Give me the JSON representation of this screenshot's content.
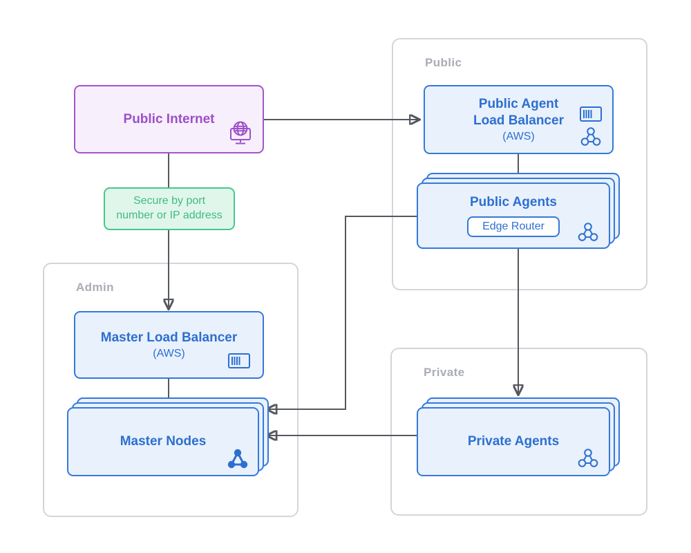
{
  "colors": {
    "purple-border": "#a155cb",
    "purple-bg": "#f7effb",
    "purple-text": "#9b4fc9",
    "green-border": "#44c88c",
    "green-bg": "#e1f6eb",
    "green-text": "#3fbb81",
    "blue-border": "#3579d8",
    "blue-bg": "#e9f1fc",
    "blue-text": "#2d6fd0",
    "zone-border": "#d4d5d9",
    "zone-text": "#a9adb5",
    "arrow": "#54585e"
  },
  "zones": {
    "admin": {
      "label": "Admin"
    },
    "public": {
      "label": "Public"
    },
    "private": {
      "label": "Private"
    }
  },
  "nodes": {
    "public_internet": {
      "title": "Public Internet",
      "icon": "internet-globe-monitor-icon"
    },
    "secure_note": {
      "text": "Secure by port number or IP address"
    },
    "master_lb": {
      "title": "Master Load Balancer",
      "subtitle": "(AWS)",
      "icon": "load-balancer-icon"
    },
    "master_nodes": {
      "title": "Master Nodes",
      "icon": "cluster-icon"
    },
    "public_agent_lb": {
      "title": "Public Agent Load Balancer",
      "subtitle": "(AWS)",
      "icons": [
        "load-balancer-icon",
        "cluster-icon"
      ]
    },
    "public_agents": {
      "title": "Public Agents",
      "badge": "Edge Router",
      "icon": "cluster-icon"
    },
    "private_agents": {
      "title": "Private Agents",
      "icon": "cluster-icon"
    }
  },
  "edges": [
    {
      "from": "public_internet",
      "to": "public_agent_lb",
      "arrow": true
    },
    {
      "from": "public_internet",
      "to": "master_lb",
      "arrow": true,
      "via": "secure_note"
    },
    {
      "from": "master_lb",
      "to": "master_nodes",
      "arrow": false
    },
    {
      "from": "public_agent_lb",
      "to": "public_agents",
      "arrow": false
    },
    {
      "from": "public_agents",
      "to": "private_agents",
      "arrow": true
    },
    {
      "from": "public_agents",
      "to": "master_nodes",
      "arrow": true
    },
    {
      "from": "private_agents",
      "to": "master_nodes",
      "arrow": true
    }
  ]
}
